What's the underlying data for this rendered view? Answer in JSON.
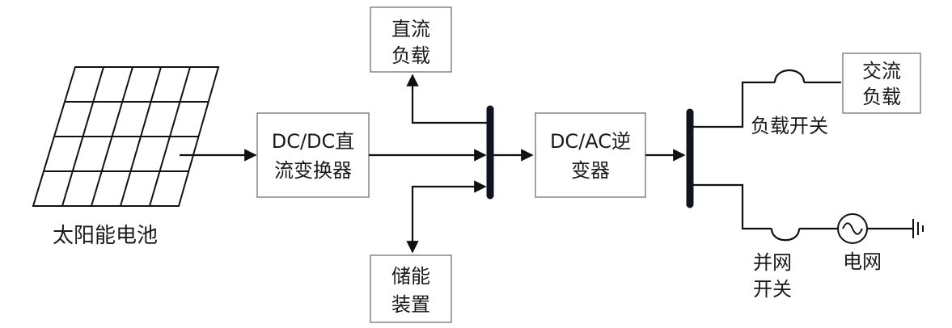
{
  "labels": {
    "solar": "太阳能电池",
    "dcdc_line1": "DC/DC直",
    "dcdc_line2": "流变换器",
    "dc_load_line1": "直流",
    "dc_load_line2": "负载",
    "storage_line1": "储能",
    "storage_line2": "装置",
    "inverter_line1": "DC/AC逆",
    "inverter_line2": "变器",
    "ac_load_line1": "交流",
    "ac_load_line2": "负载",
    "load_switch": "负载开关",
    "grid_switch_line1": "并网",
    "grid_switch_line2": "开关",
    "grid": "电网"
  },
  "colors": {
    "wire": "#111111",
    "box_border": "#8c8c8c",
    "bus": "#0f1420",
    "text": "#1a1a1a"
  },
  "icons": [
    "solar-panel-icon",
    "ac-source-icon",
    "ground-icon",
    "switch-icon"
  ]
}
